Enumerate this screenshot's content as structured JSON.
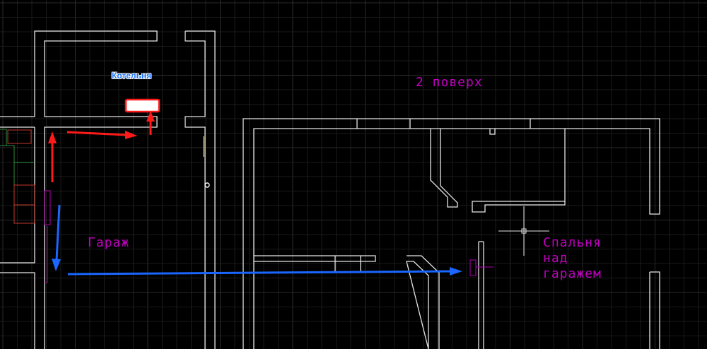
{
  "labels": {
    "boiler_room": "Котельня",
    "floor": "2 поверх",
    "garage": "Гараж",
    "bedroom_line1": "Спальня",
    "bedroom_line2": "над",
    "bedroom_line3": "гаражем"
  },
  "colors": {
    "background": "#000000",
    "grid_minor": "#1a1a1a",
    "grid_major": "#2a2a2a",
    "walls": "#e6e6e6",
    "cad_text": "#c200c2",
    "arrow_red": "#ff1a1a",
    "arrow_blue": "#1a66ff",
    "boiler_label": "#1a73ff",
    "stairs": "#2e8b3a",
    "cabinet": "#c0392b"
  },
  "icons": [
    "boiler-icon",
    "cursor-icon",
    "crosshair-icon"
  ]
}
